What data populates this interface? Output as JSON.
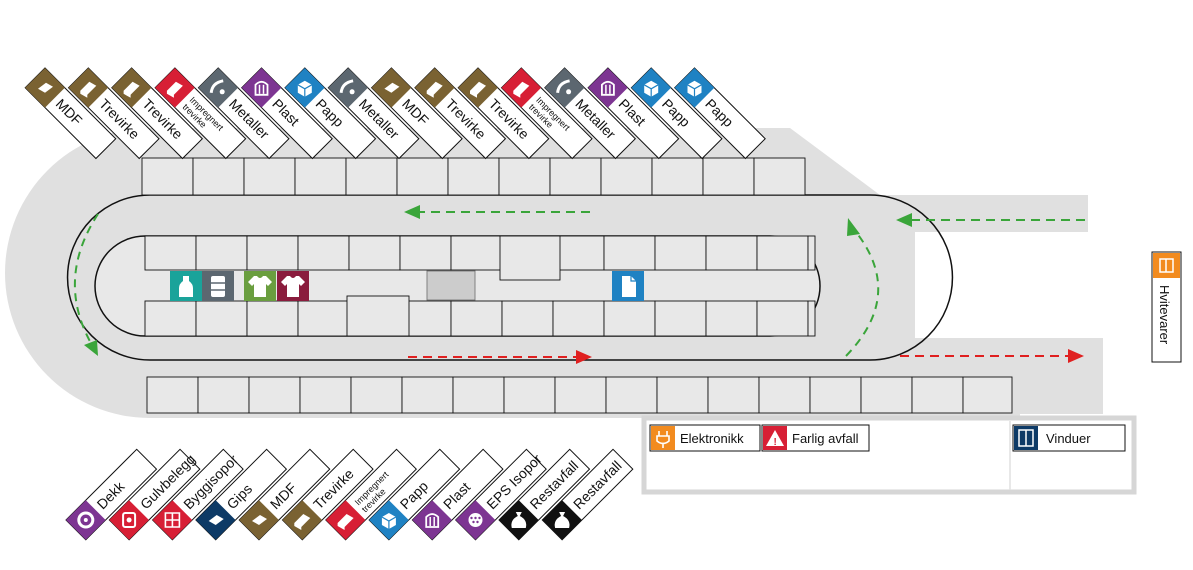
{
  "colors": {
    "MDF": "#7a6232",
    "Trevirke": "#7a6232",
    "Impregnert trevirke": "#d71f35",
    "Metaller": "#5c6770",
    "Plast": "#7d3592",
    "Papp": "#1f82c3",
    "Dekk": "#7d3592",
    "Gulvbelegg": "#d71f35",
    "Byggisopor": "#d71f35",
    "Gips": "#0d3a66",
    "EPS Isopor": "#7d3592",
    "Restavfall": "#111111",
    "Elektronikk": "#f28b1f",
    "Farlig avfall": "#d71f35",
    "Vinduer": "#0d3a66",
    "Hvitevarer": "#f28b1f",
    "glass": "#1aa39a",
    "cans": "#5c6770",
    "textile_green": "#6a9e3f",
    "textile_red": "#8a1c3d",
    "paper": "#1f82c3",
    "road": "#e0e0e0",
    "stall": "#e8e8e8",
    "arrow_green": "#3aa53a",
    "arrow_red": "#e02020"
  },
  "top_signs": [
    {
      "label": "MDF",
      "icon": "board-icon"
    },
    {
      "label": "Trevirke",
      "icon": "wood-icon"
    },
    {
      "label": "Trevirke",
      "icon": "wood-icon"
    },
    {
      "label": "Impregnert trevirke",
      "line1": "Impregnert",
      "line2": "trevirke",
      "icon": "wood-icon"
    },
    {
      "label": "Metaller",
      "icon": "pipe-icon"
    },
    {
      "label": "Plast",
      "icon": "plastic-icon"
    },
    {
      "label": "Papp",
      "icon": "box-icon"
    },
    {
      "label": "Metaller",
      "icon": "pipe-icon"
    },
    {
      "label": "MDF",
      "icon": "board-icon"
    },
    {
      "label": "Trevirke",
      "icon": "wood-icon"
    },
    {
      "label": "Trevirke",
      "icon": "wood-icon"
    },
    {
      "label": "Impregnert trevirke",
      "line1": "Impregnert",
      "line2": "trevirke",
      "icon": "wood-icon"
    },
    {
      "label": "Metaller",
      "icon": "pipe-icon"
    },
    {
      "label": "Plast",
      "icon": "plastic-icon"
    },
    {
      "label": "Papp",
      "icon": "box-icon"
    },
    {
      "label": "Papp",
      "icon": "box-icon"
    }
  ],
  "bottom_signs": [
    {
      "label": "Dekk",
      "icon": "tire-icon"
    },
    {
      "label": "Gulvbelegg",
      "icon": "floor-icon"
    },
    {
      "label": "Byggisopor",
      "icon": "insulation-icon"
    },
    {
      "label": "Gips",
      "icon": "board-icon"
    },
    {
      "label": "MDF",
      "icon": "board-icon"
    },
    {
      "label": "Trevirke",
      "icon": "wood-icon"
    },
    {
      "label": "Impregnert trevirke",
      "line1": "Impregnert",
      "line2": "trevirke",
      "icon": "wood-icon"
    },
    {
      "label": "Papp",
      "icon": "box-icon"
    },
    {
      "label": "Plast",
      "icon": "plastic-icon"
    },
    {
      "label": "EPS Isopor",
      "icon": "foam-icon"
    },
    {
      "label": "Restavfall",
      "icon": "trash-bag-icon"
    },
    {
      "label": "Restavfall",
      "icon": "trash-bag-icon"
    }
  ],
  "panel": {
    "elektronikk": "Elektronikk",
    "farlig_avfall": "Farlig avfall",
    "vinduer": "Vinduer"
  },
  "side_sign": {
    "label": "Hvitevarer",
    "icon": "fridge-icon"
  },
  "center_icons": [
    {
      "name": "glass-icon",
      "color": "glass"
    },
    {
      "name": "cans-icon",
      "color": "cans"
    },
    {
      "name": "textile-icon",
      "color": "textile_green"
    },
    {
      "name": "textile-icon",
      "color": "textile_red"
    },
    {
      "name": "paper-icon",
      "color": "paper"
    }
  ]
}
